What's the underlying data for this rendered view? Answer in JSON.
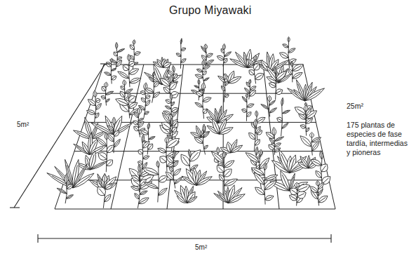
{
  "diagram": {
    "title": "Grupo Miyawaki",
    "labels": [
      "5m²",
      "25m²",
      "175 plantas de especies de fase tardía, intermedias y pioneras",
      "5m²"
    ]
  }
}
